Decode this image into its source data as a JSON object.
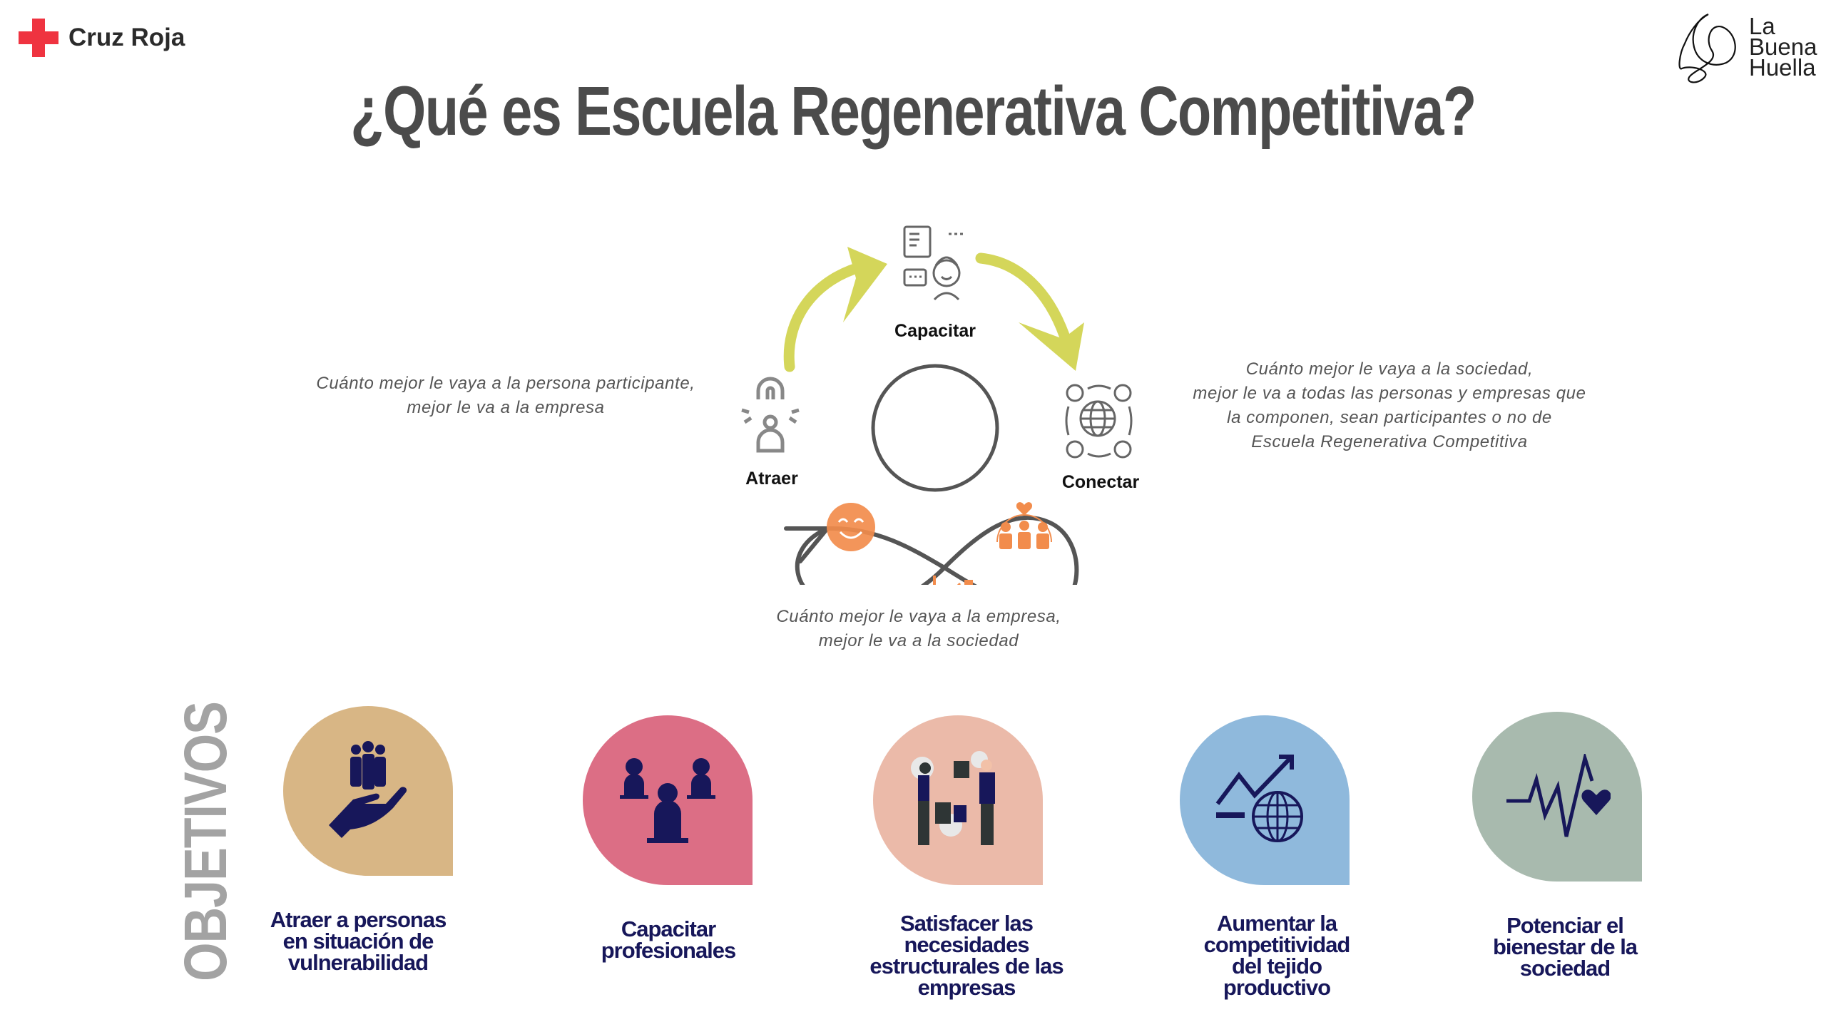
{
  "header": {
    "left_logo": "Cruz Roja",
    "right_logo_lines": [
      "La",
      "Buena",
      "Huella"
    ],
    "title": "¿Qué es Escuela Regenerativa Competitiva?"
  },
  "colors": {
    "title": "#4b4b4b",
    "arrows": "#d4d65a",
    "cycle_icons": "#f28c4c",
    "objective_text": "#17175a",
    "red_cross": "#ef3340"
  },
  "cycle": {
    "steps": [
      "Capacitar",
      "Atraer",
      "Conectar"
    ],
    "quote_left": [
      "Cuánto mejor le vaya a la persona participante,",
      "mejor le va a la empresa"
    ],
    "quote_right": [
      "Cuánto mejor le vaya a la sociedad,",
      "mejor le va a todas las personas y empresas que",
      "la componen, sean participantes o no de",
      "Escuela Regenerativa Competitiva"
    ],
    "quote_bottom": [
      "Cuánto mejor le vaya a la empresa,",
      "mejor le va a la sociedad"
    ]
  },
  "objectives": {
    "heading": "OBJETIVOS",
    "items": [
      {
        "lines": [
          "Atraer a personas",
          "en situación de",
          "vulnerabilidad"
        ],
        "color": "#d8b685"
      },
      {
        "lines": [
          "Capacitar",
          "profesionales"
        ],
        "color": "#dc6e85"
      },
      {
        "lines": [
          "Satisfacer las",
          "necesidades",
          "estructurales de las",
          "empresas"
        ],
        "color": "#ebbaa9"
      },
      {
        "lines": [
          "Aumentar la",
          "competitividad",
          "del tejido",
          "productivo"
        ],
        "color": "#8fb9dc"
      },
      {
        "lines": [
          "Potenciar el",
          "bienestar de la",
          "sociedad"
        ],
        "color": "#a8baae"
      }
    ]
  }
}
